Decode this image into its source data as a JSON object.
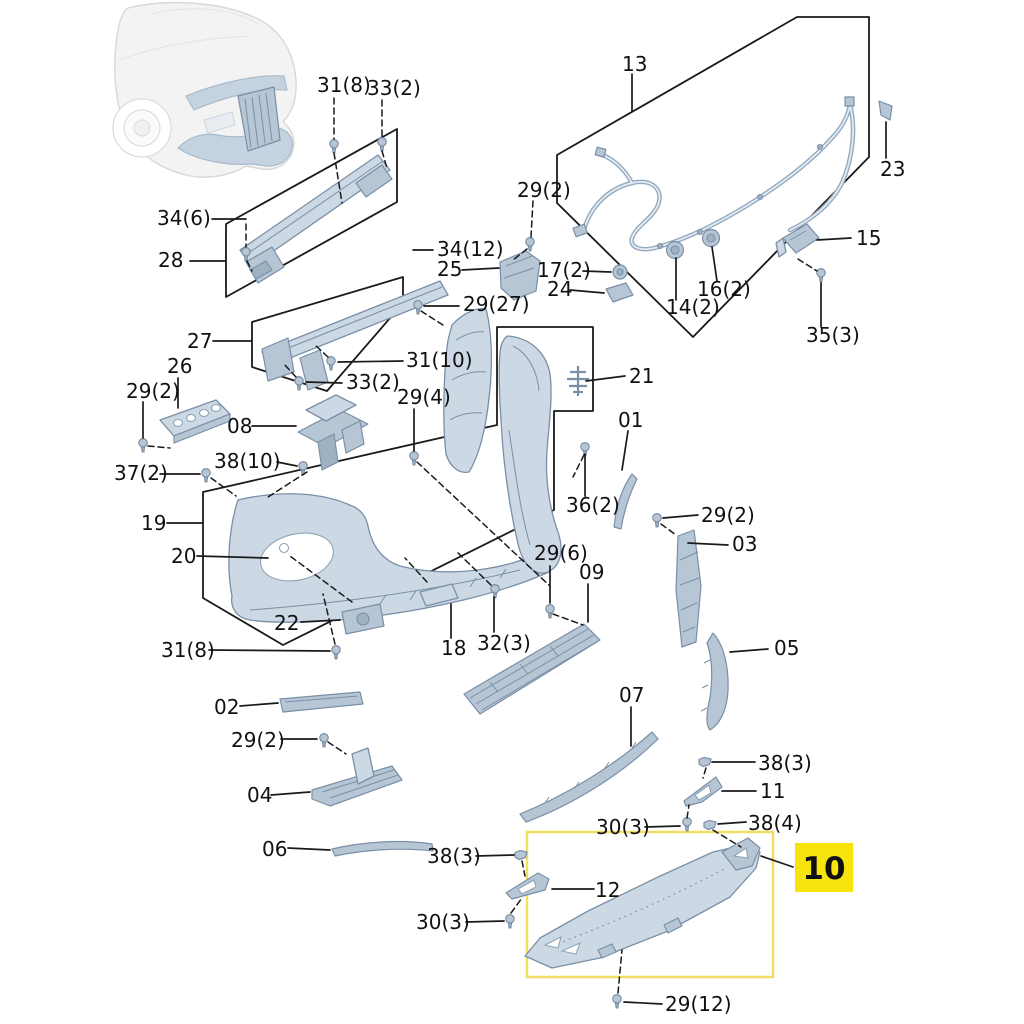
{
  "palette": {
    "background": "#ffffff",
    "leader_line": "#1a1a1a",
    "box_outline": "#1a1a1a",
    "part_fill_light": "#ccd9e5",
    "part_fill_mid": "#b7c6d5",
    "part_fill_dark": "#9fb2c4",
    "part_stroke": "#7a8fa6",
    "highlight_fill": "#f6e40c",
    "highlight_outline": "#f2de62",
    "highlight_text": "#111111",
    "label_text": "#111111"
  },
  "highlight": {
    "selected_part": "10"
  },
  "labels": [
    {
      "id": "31-8-top",
      "text": "31(8)"
    },
    {
      "id": "33-2-top",
      "text": "33(2)"
    },
    {
      "id": "13",
      "text": "13"
    },
    {
      "id": "23",
      "text": "23"
    },
    {
      "id": "34-6",
      "text": "34(6)"
    },
    {
      "id": "28",
      "text": "28"
    },
    {
      "id": "29-2-top",
      "text": "29(2)"
    },
    {
      "id": "34-12",
      "text": "34(12)"
    },
    {
      "id": "25",
      "text": "25"
    },
    {
      "id": "17-2",
      "text": "17(2)"
    },
    {
      "id": "24",
      "text": "24"
    },
    {
      "id": "14-2",
      "text": "14(2)"
    },
    {
      "id": "16-2",
      "text": "16(2)"
    },
    {
      "id": "15",
      "text": "15"
    },
    {
      "id": "35-3",
      "text": "35(3)"
    },
    {
      "id": "29-27",
      "text": "29(27)"
    },
    {
      "id": "27",
      "text": "27"
    },
    {
      "id": "31-10",
      "text": "31(10)"
    },
    {
      "id": "33-2-mid",
      "text": "33(2)"
    },
    {
      "id": "26",
      "text": "26"
    },
    {
      "id": "29-2-left",
      "text": "29(2)"
    },
    {
      "id": "08",
      "text": "08"
    },
    {
      "id": "29-4",
      "text": "29(4)"
    },
    {
      "id": "21",
      "text": "21"
    },
    {
      "id": "01",
      "text": "01"
    },
    {
      "id": "37-2",
      "text": "37(2)"
    },
    {
      "id": "38-10",
      "text": "38(10)"
    },
    {
      "id": "19",
      "text": "19"
    },
    {
      "id": "20",
      "text": "20"
    },
    {
      "id": "36-2",
      "text": "36(2)"
    },
    {
      "id": "29-2-right",
      "text": "29(2)"
    },
    {
      "id": "03",
      "text": "03"
    },
    {
      "id": "29-6",
      "text": "29(6)"
    },
    {
      "id": "09",
      "text": "09"
    },
    {
      "id": "22",
      "text": "22"
    },
    {
      "id": "31-8-bottom",
      "text": "31(8)"
    },
    {
      "id": "18",
      "text": "18"
    },
    {
      "id": "32-3",
      "text": "32(3)"
    },
    {
      "id": "05",
      "text": "05"
    },
    {
      "id": "02",
      "text": "02"
    },
    {
      "id": "29-2-bottomleft",
      "text": "29(2)"
    },
    {
      "id": "07",
      "text": "07"
    },
    {
      "id": "04",
      "text": "04"
    },
    {
      "id": "38-3-right",
      "text": "38(3)"
    },
    {
      "id": "11",
      "text": "11"
    },
    {
      "id": "30-3-right",
      "text": "30(3)"
    },
    {
      "id": "38-4",
      "text": "38(4)"
    },
    {
      "id": "06",
      "text": "06"
    },
    {
      "id": "38-3-bottom",
      "text": "38(3)"
    },
    {
      "id": "12",
      "text": "12"
    },
    {
      "id": "30-3-bottom",
      "text": "30(3)"
    },
    {
      "id": "29-12",
      "text": "29(12)"
    },
    {
      "id": "10-highlight",
      "text": "10"
    }
  ]
}
